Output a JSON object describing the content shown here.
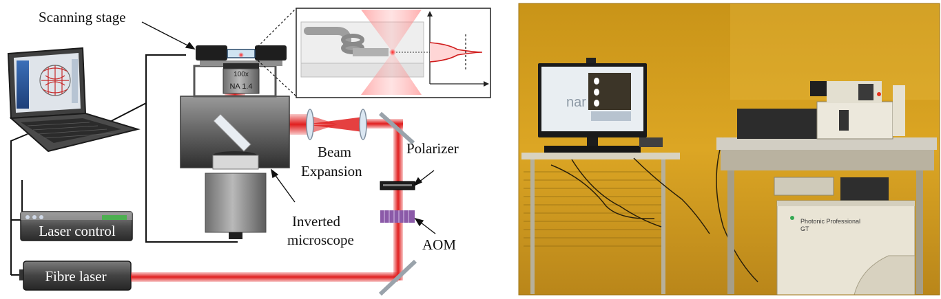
{
  "schematic": {
    "labels": {
      "scanning_stage": "Scanning stage",
      "beam_expansion_line1": "Beam",
      "beam_expansion_line2": "Expansion",
      "polarizer": "Polarizer",
      "aom": "AOM",
      "inverted_microscope_line1": "Inverted",
      "inverted_microscope_line2": "microscope",
      "laser_control": "Laser control",
      "fibre_laser": "Fibre laser"
    },
    "objective": {
      "magnification": "100x",
      "numerical_aperture": "NA 1.4"
    }
  },
  "photo": {
    "monitor_text": "nar",
    "enclosure_label_line1": "Photonic Professional",
    "enclosure_label_line2": "GT"
  },
  "colors": {
    "laser_beam": "#e01e1e",
    "device_body": "#5a5a5a",
    "photo_ambient": "#d9a21c"
  }
}
